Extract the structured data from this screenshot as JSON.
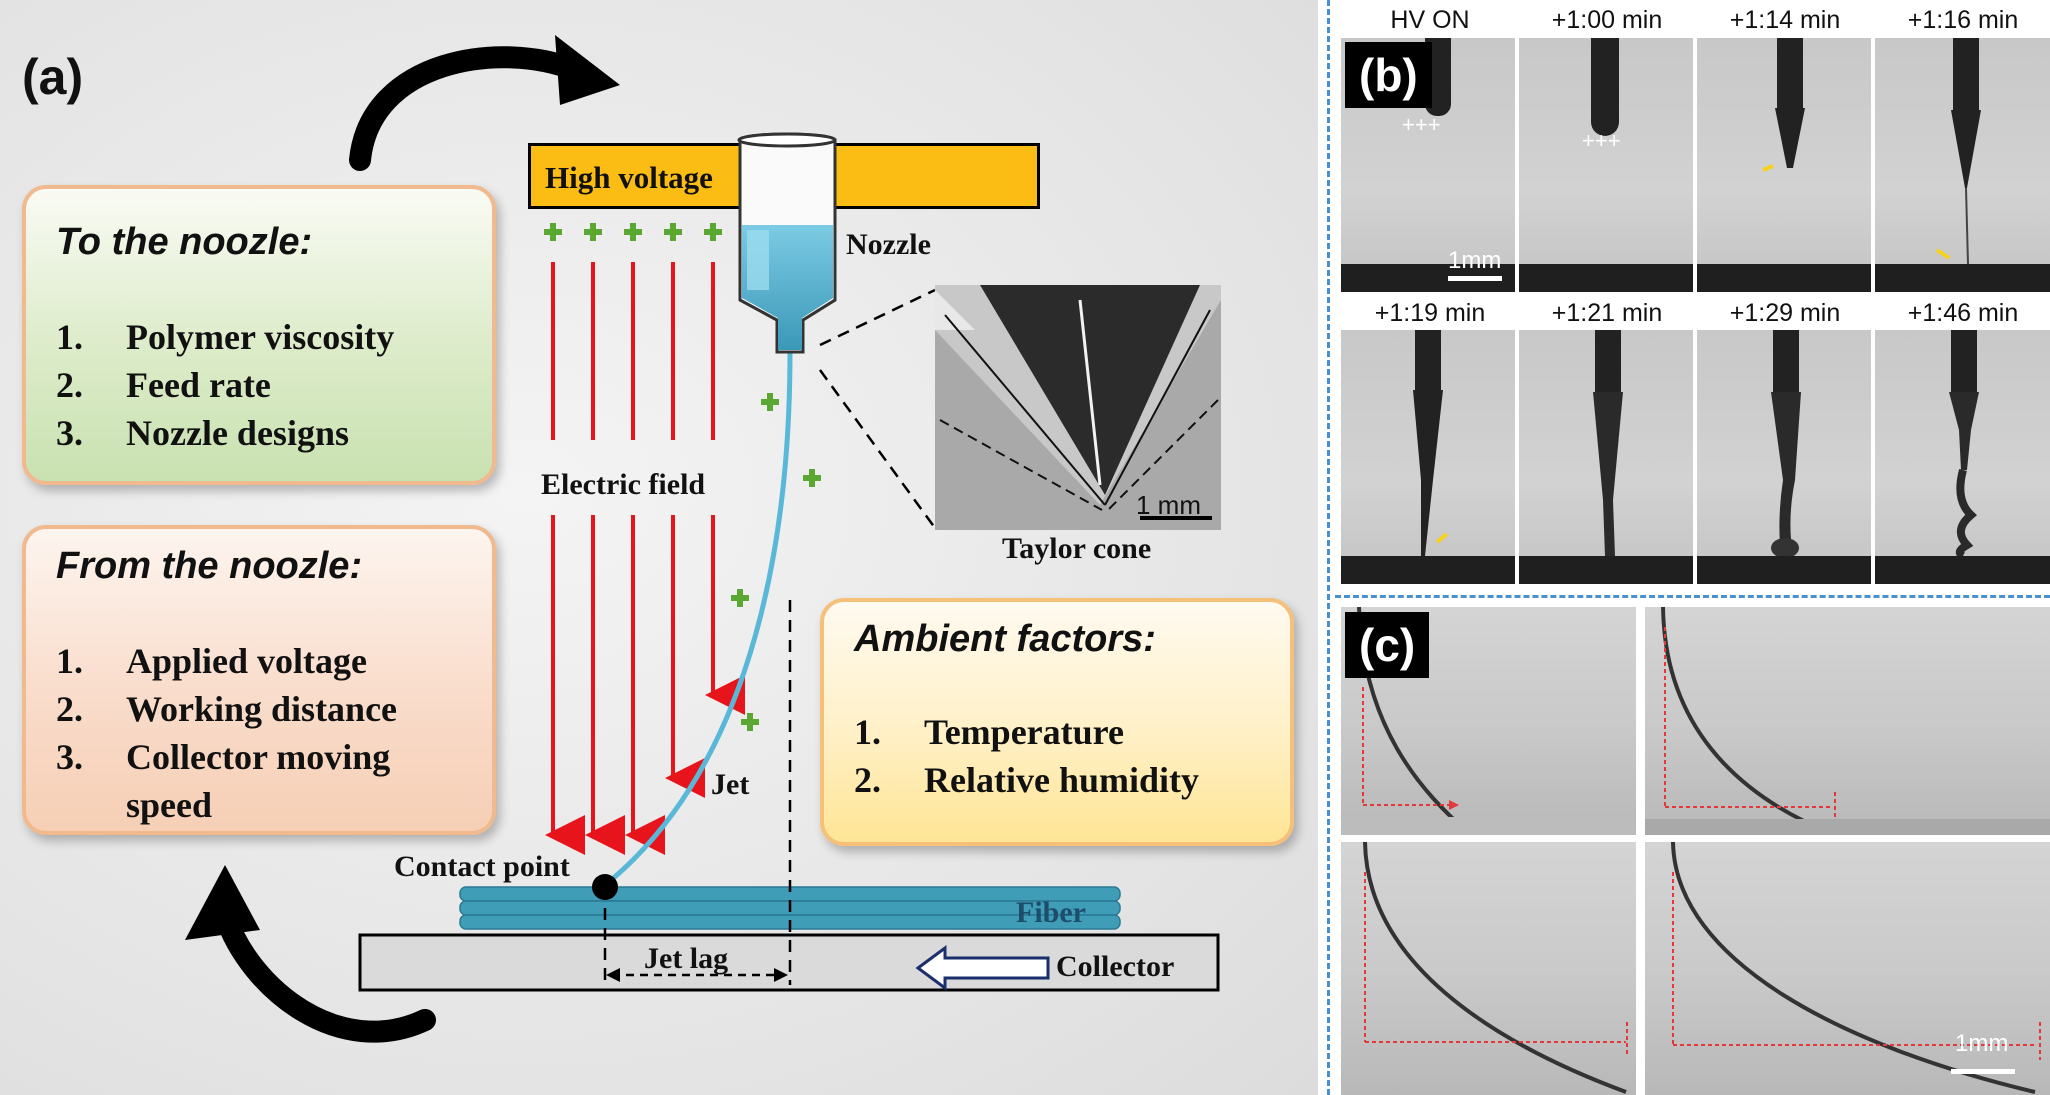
{
  "panel_a": {
    "label": "(a)",
    "nozzle_box": {
      "title": "To the noozle:",
      "items": [
        {
          "num": "1.",
          "text": "Polymer viscosity"
        },
        {
          "num": "2.",
          "text": "Feed rate"
        },
        {
          "num": "3.",
          "text": "Nozzle designs"
        }
      ]
    },
    "from_box": {
      "title": "From the noozle:",
      "items": [
        {
          "num": "1.",
          "text": "Applied voltage"
        },
        {
          "num": "2.",
          "text": "Working distance"
        },
        {
          "num": "3.",
          "text": "Collector moving"
        }
      ],
      "item3_cont": "speed"
    },
    "ambient_box": {
      "title": "Ambient factors:",
      "items": [
        {
          "num": "1.",
          "text": "Temperature"
        },
        {
          "num": "2.",
          "text": "Relative humidity"
        }
      ]
    },
    "labels": {
      "high_voltage": "High voltage",
      "nozzle": "Nozzle",
      "electric_field": "Electric field",
      "taylor_cone": "Taylor cone",
      "scale": "1 mm",
      "jet": "Jet",
      "contact_point": "Contact point",
      "fiber": "Fiber",
      "jet_lag": "Jet lag",
      "collector": "Collector"
    },
    "colors": {
      "field_lines": "#e8141c",
      "jet": "#59b8d8",
      "charge": "#5aa832",
      "high_voltage_bar": "#fbbd14"
    }
  },
  "panel_b": {
    "label": "(b)",
    "frames_row1": [
      "HV ON",
      "+1:00 min",
      "+1:14 min",
      "+1:16 min"
    ],
    "frames_row2": [
      "+1:19 min",
      "+1:21 min",
      "+1:29 min",
      "+1:46 min"
    ],
    "scale": "1mm",
    "charge_marks": "+++"
  },
  "panel_c": {
    "label": "(c)",
    "scale": "1mm"
  }
}
